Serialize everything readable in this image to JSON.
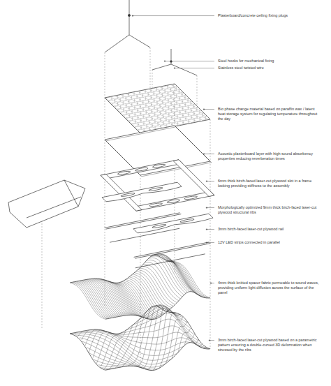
{
  "diagram": {
    "labels": [
      "Plasterboard/concrete ceiling fixing plugs",
      "Steel hooks for mechanical fixing",
      "Stainless steel twisted wire",
      "Bio phase change material based on paraffin wax / latent heat storage system for regulating temperature throughout the day",
      "Acoustic plasterboard layer with high sound absorbency properties reducing reverberation times",
      "6mm thick birch-faced laser-cut plywood slot in a frame locking providing stiffness to the assembly",
      "Morphologically optimized 9mm thick birch-faced laser-cut plywood structural ribs",
      "3mm birch-faced laser-cut plywood rail",
      "12V LED strips connected in parallel",
      "4mm thick knitted spacer fabric permeable to sound waves, providing uniform light diffusion across the surface of the panel",
      "3mm birch-faced laser-cut plywood based on a parametric pattern ensuring a double-curved 3D deformation when stressed by the ribs"
    ]
  }
}
